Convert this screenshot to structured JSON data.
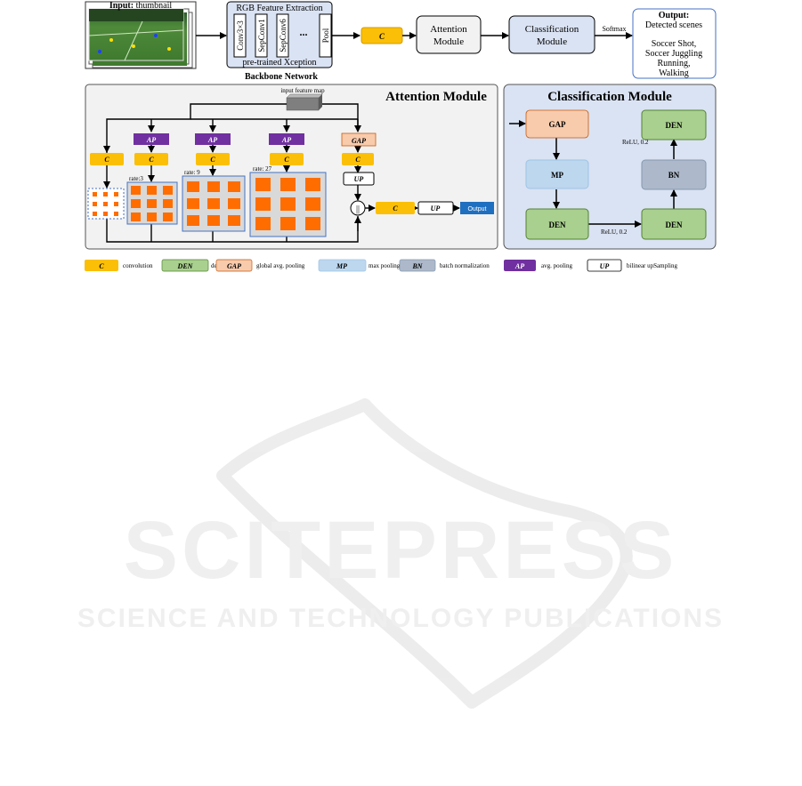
{
  "input": {
    "label_bold": "Input:",
    "label_rest": " thumbnail"
  },
  "backbone": {
    "title": "RGB Feature Extraction",
    "layers": [
      "Conv3×3",
      "SepConv1",
      "SepConv6",
      "Pool"
    ],
    "ellipsis": "...",
    "footer": "pre-trained Xception",
    "caption": "Backbone Network"
  },
  "top_flow": {
    "conv_label": "C",
    "attention": [
      "Attention",
      "Module"
    ],
    "classification": [
      "Classification",
      "Module"
    ],
    "softmax": "Softmax",
    "output_title": "Output:",
    "output_lines": [
      "Detected scenes",
      "",
      "Soccer Shot,",
      "Soccer Juggling",
      "Running,",
      "Walking"
    ]
  },
  "attention_module": {
    "title": "Attention Module",
    "feature_map_label": "input feature map",
    "ap": "AP",
    "c": "C",
    "gap": "GAP",
    "up": "UP",
    "concat": "||",
    "output": "Output",
    "rates": [
      "rate:3",
      "rate: 9",
      "rate: 27"
    ]
  },
  "classification_module": {
    "title": "Classification Module",
    "gap": "GAP",
    "mp": "MP",
    "den": "DEN",
    "bn": "BN",
    "relu_top": "ReLU, 0.2",
    "relu_bottom": "ReLU, 0.2"
  },
  "legend": [
    {
      "key": "C",
      "text": "convolution",
      "color": "#fbbf08"
    },
    {
      "key": "DEN",
      "text": "dense",
      "color": "#a9d08e"
    },
    {
      "key": "GAP",
      "text": "global avg. pooling",
      "color": "#f8cbad"
    },
    {
      "key": "MP",
      "text": "max pooling",
      "color": "#bdd7ee"
    },
    {
      "key": "BN",
      "text": "batch normalization",
      "color": "#adb9ca"
    },
    {
      "key": "AP",
      "text": "avg. pooling",
      "color": "#7030a0"
    },
    {
      "key": "UP",
      "text": "bilinear upSampling",
      "color": "#ffffff"
    }
  ],
  "watermark": {
    "main": "SCITEPRESS",
    "sub": "SCIENCE AND TECHNOLOGY PUBLICATIONS"
  },
  "colors": {
    "conv": "#fbbf08",
    "ap": "#7030a0",
    "gap": "#f8cbad",
    "den": "#a9d08e",
    "mp": "#bdd7ee",
    "bn": "#adb9ca",
    "panel_bg": "#f2f2f2",
    "class_bg": "#dae3f3",
    "orange": "#ff6d00",
    "output_blue": "#1f6fc0"
  }
}
